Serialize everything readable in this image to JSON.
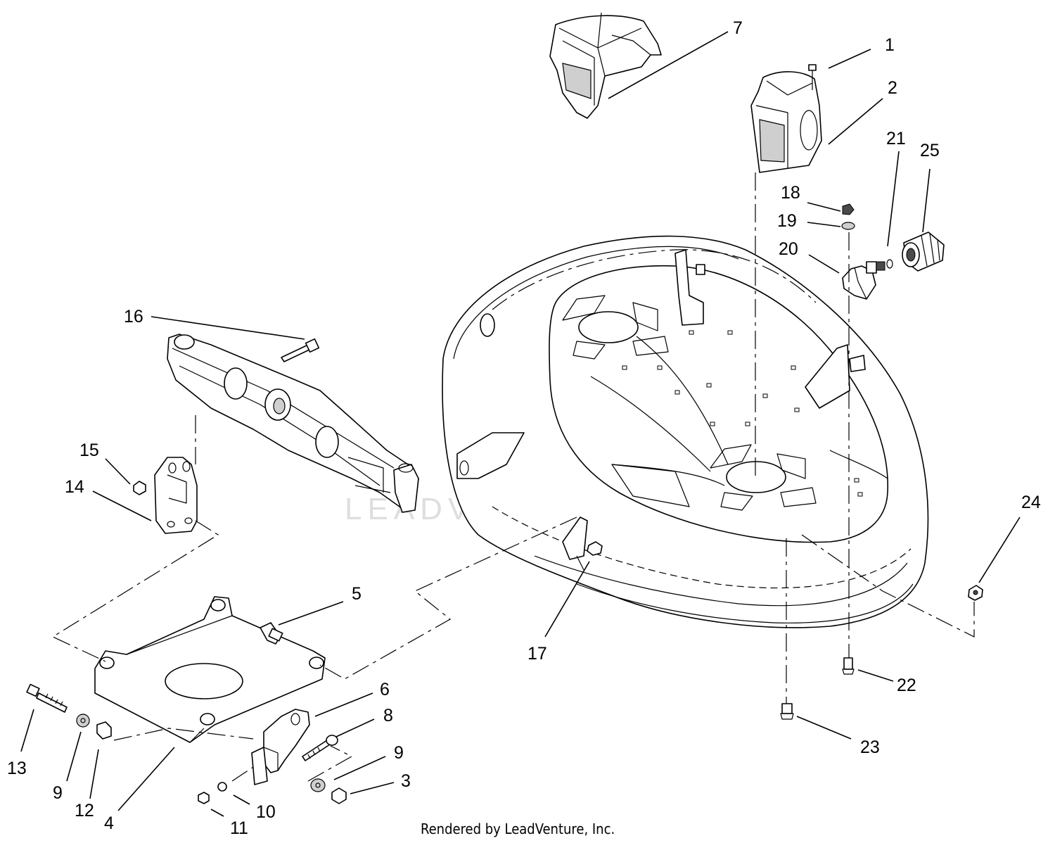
{
  "watermark": {
    "text": "LEADVENTURE"
  },
  "credit": {
    "text": "Rendered by LeadVenture, Inc."
  },
  "callouts": [
    {
      "id": "c1",
      "label": "1"
    },
    {
      "id": "c2",
      "label": "2"
    },
    {
      "id": "c3",
      "label": "3"
    },
    {
      "id": "c4",
      "label": "4"
    },
    {
      "id": "c5",
      "label": "5"
    },
    {
      "id": "c6",
      "label": "6"
    },
    {
      "id": "c7",
      "label": "7"
    },
    {
      "id": "c8",
      "label": "8"
    },
    {
      "id": "c9a",
      "label": "9"
    },
    {
      "id": "c9b",
      "label": "9"
    },
    {
      "id": "c10",
      "label": "10"
    },
    {
      "id": "c11",
      "label": "11"
    },
    {
      "id": "c12",
      "label": "12"
    },
    {
      "id": "c13",
      "label": "13"
    },
    {
      "id": "c14",
      "label": "14"
    },
    {
      "id": "c15",
      "label": "15"
    },
    {
      "id": "c16",
      "label": "16"
    },
    {
      "id": "c17",
      "label": "17"
    },
    {
      "id": "c18",
      "label": "18"
    },
    {
      "id": "c19",
      "label": "19"
    },
    {
      "id": "c20",
      "label": "20"
    },
    {
      "id": "c21",
      "label": "21"
    },
    {
      "id": "c22",
      "label": "22"
    },
    {
      "id": "c23",
      "label": "23"
    },
    {
      "id": "c24",
      "label": "24"
    },
    {
      "id": "c25",
      "label": "25"
    }
  ]
}
